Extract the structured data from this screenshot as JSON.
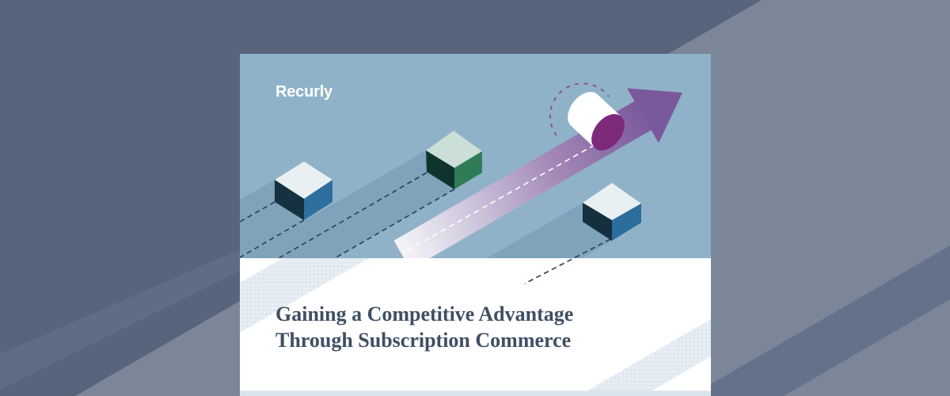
{
  "cover": {
    "brand_logo": "Recurly",
    "title_line1": "Gaining a Competitive Advantage",
    "title_line2": "Through Subscription Commerce"
  },
  "illustration": {
    "icon_names": [
      "cube-icon-left-blue",
      "cube-icon-middle-green",
      "cube-icon-right-blue",
      "growth-arrow-icon",
      "rolling-cylinder-icon",
      "rotation-dashed-arc-icon",
      "dashed-trajectory-lines"
    ]
  },
  "colors": {
    "page_background": "#57647B",
    "page_background_light_band": "#7B8698",
    "page_background_medium_stripe": "#5F6C83",
    "page_background_dark_stripe": "#64718A",
    "illustration_sky": "#8FB2C9",
    "card_background": "#FFFFFF",
    "arrow_purple": "#7A589C",
    "cylinder_magenta": "#7D2A7A",
    "cube_face_light": "#E9F0F2",
    "cube_face_mint": "#CBDFD8",
    "cube_side_navy": "#16313F",
    "cube_side_blue": "#2E6F9E",
    "cube_side_green": "#2E7D57",
    "ribbon_pale_blue": "#E2EAF1",
    "title_text": "#3F4F64"
  }
}
